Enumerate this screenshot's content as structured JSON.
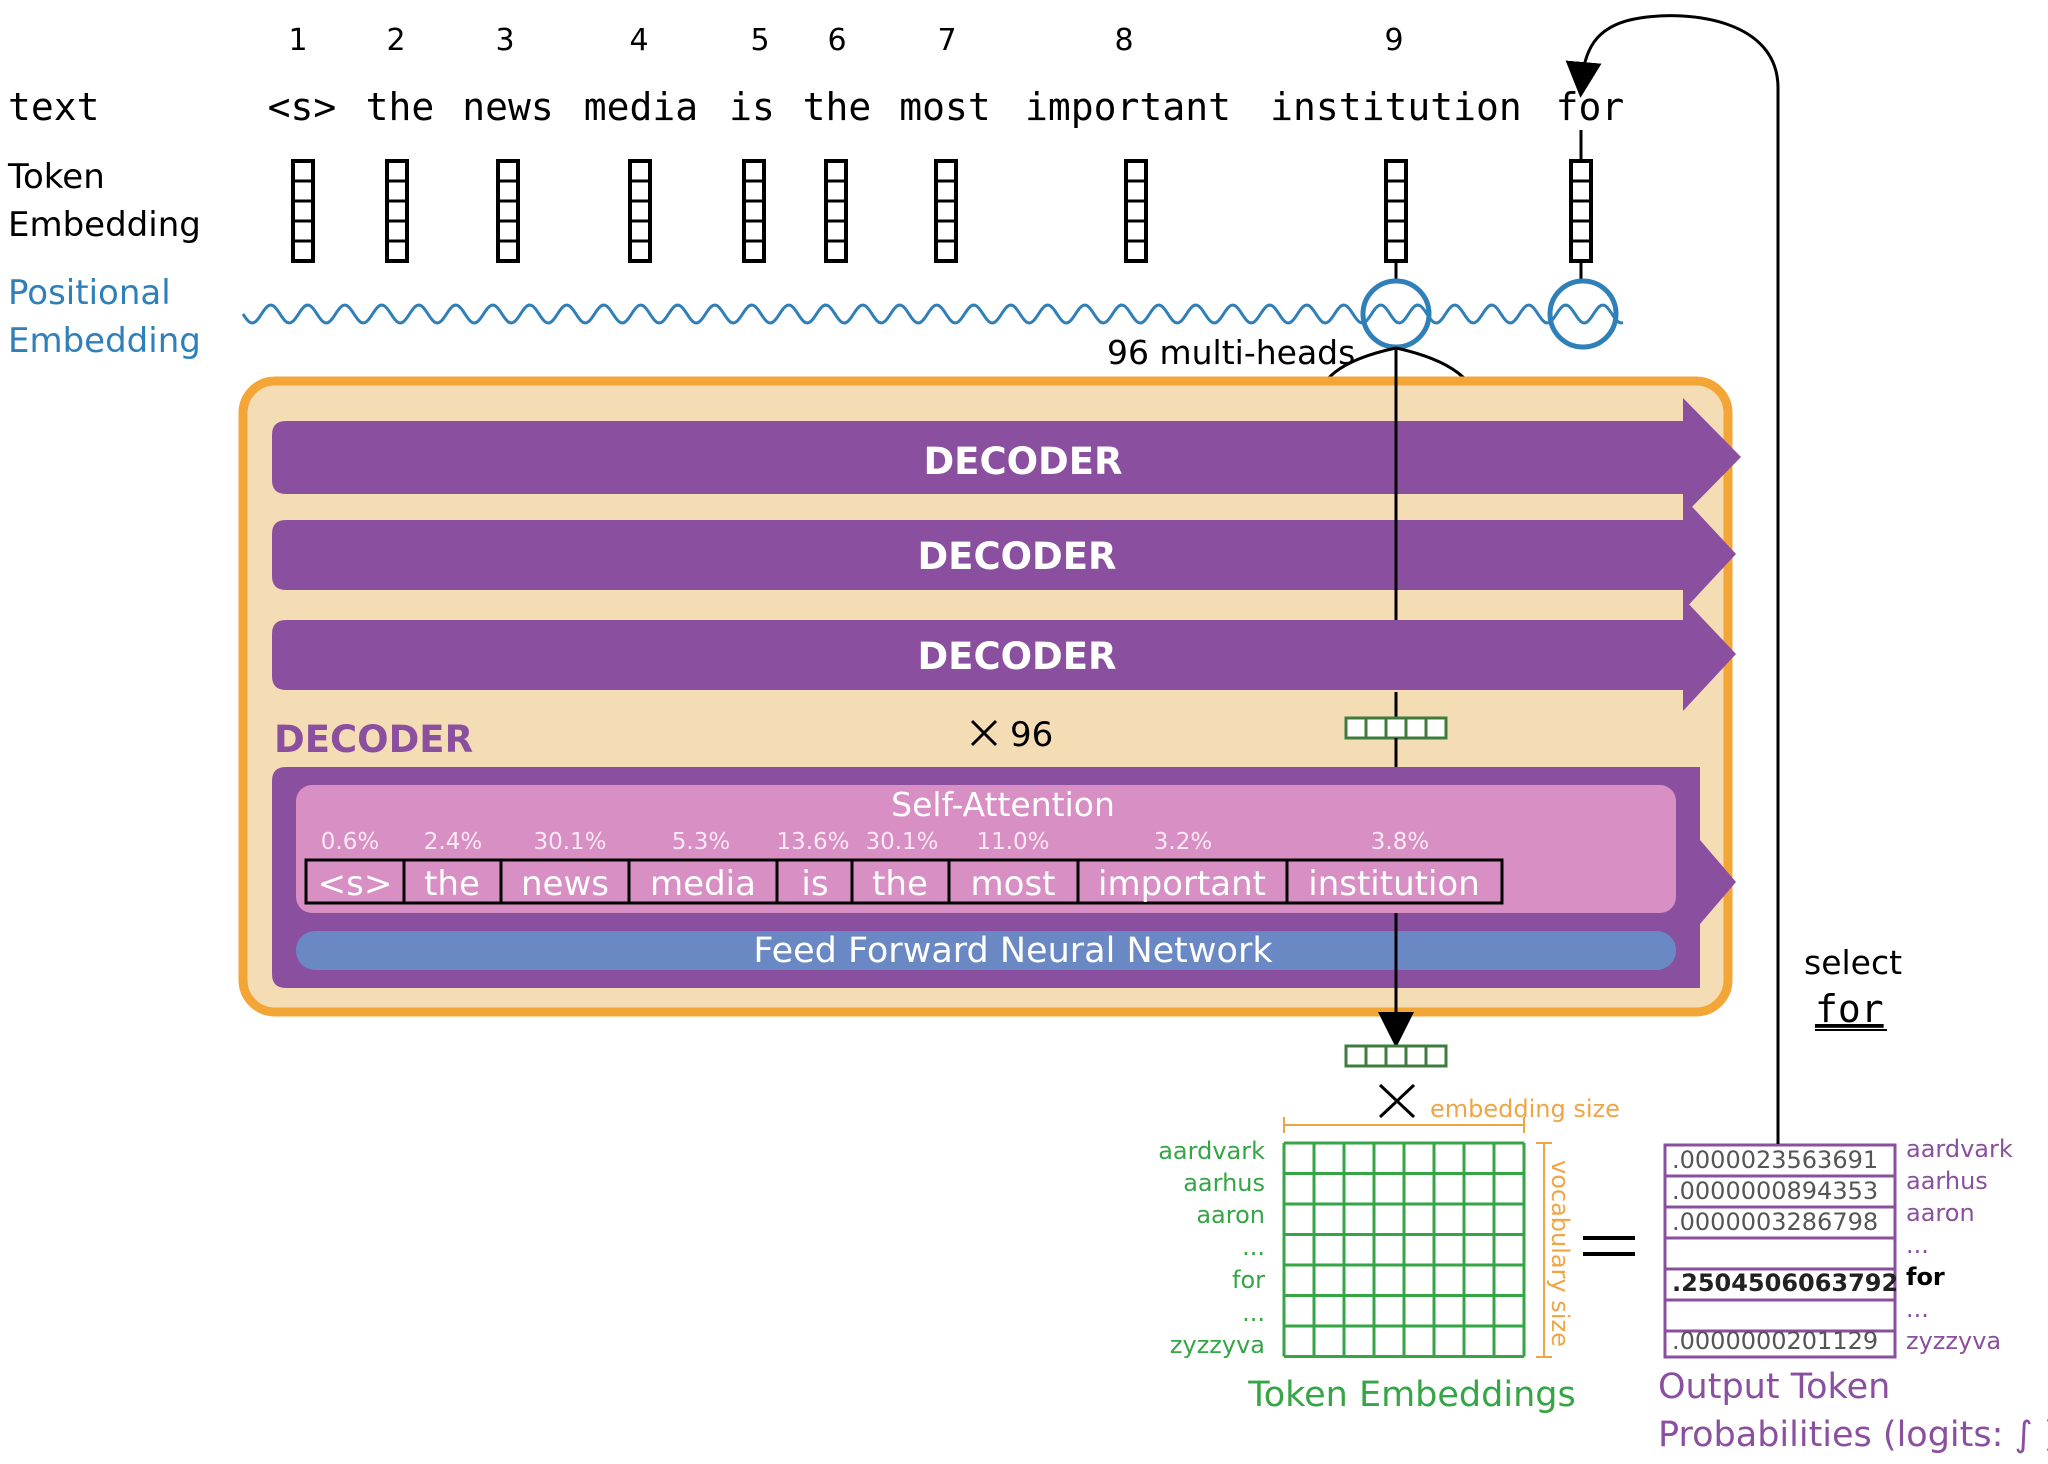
{
  "positions": [
    "1",
    "2",
    "3",
    "4",
    "5",
    "6",
    "7",
    "8",
    "9"
  ],
  "row_labels": {
    "text": "text",
    "token_embedding": [
      "Token",
      "Embedding"
    ],
    "positional_embedding": [
      "Positional",
      "Embedding"
    ]
  },
  "tokens": [
    "<s>",
    "the",
    "news",
    "media",
    "is",
    "the",
    "most",
    "important",
    "institution",
    "for"
  ],
  "multi_heads_label": "96 multi-heads",
  "decoder_label": "DECODER",
  "decoder_stack_labels": [
    "DECODER",
    "DECODER",
    "DECODER"
  ],
  "repeat_label": "96",
  "self_attention": {
    "title": "Self-Attention",
    "tokens": [
      "<s>",
      "the",
      "news",
      "media",
      "is",
      "the",
      "most",
      "important",
      "institution"
    ],
    "weights": [
      "0.6%",
      "2.4%",
      "30.1%",
      "5.3%",
      "13.6%",
      "30.1%",
      "11.0%",
      "3.2%",
      "3.8%"
    ]
  },
  "ffnn_label": "Feed Forward Neural Network",
  "select_label": "select",
  "selected_token": "for",
  "embedding_size_label": "embedding size",
  "vocabulary_size_label": "vocabulary size",
  "vocab_words": [
    "aardvark",
    "aarhus",
    "aaron",
    "...",
    "for",
    "...",
    "zyzzyva"
  ],
  "token_embeddings_title": "Token Embeddings",
  "probabilities": [
    ".0000023563691",
    ".0000000894353",
    ".0000003286798",
    "",
    ".2504506063792",
    "",
    ".0000000201129"
  ],
  "prob_words": [
    "aardvark",
    "aarhus",
    "aaron",
    "...",
    "for",
    "...",
    "zyzzyva"
  ],
  "output_title": [
    "Output Token",
    "Probabilities (logits: ∫ )"
  ],
  "colors": {
    "purple": "#8a4f9f",
    "orange": "#f3a536",
    "panel_fill": "#f4dcb4",
    "pink": "#d78fc4",
    "blue": "#6988c4",
    "teal_blue": "#2f7fb8",
    "green": "#35a545",
    "dark_green": "#3f7b3f",
    "orange_text": "#f0a544"
  }
}
